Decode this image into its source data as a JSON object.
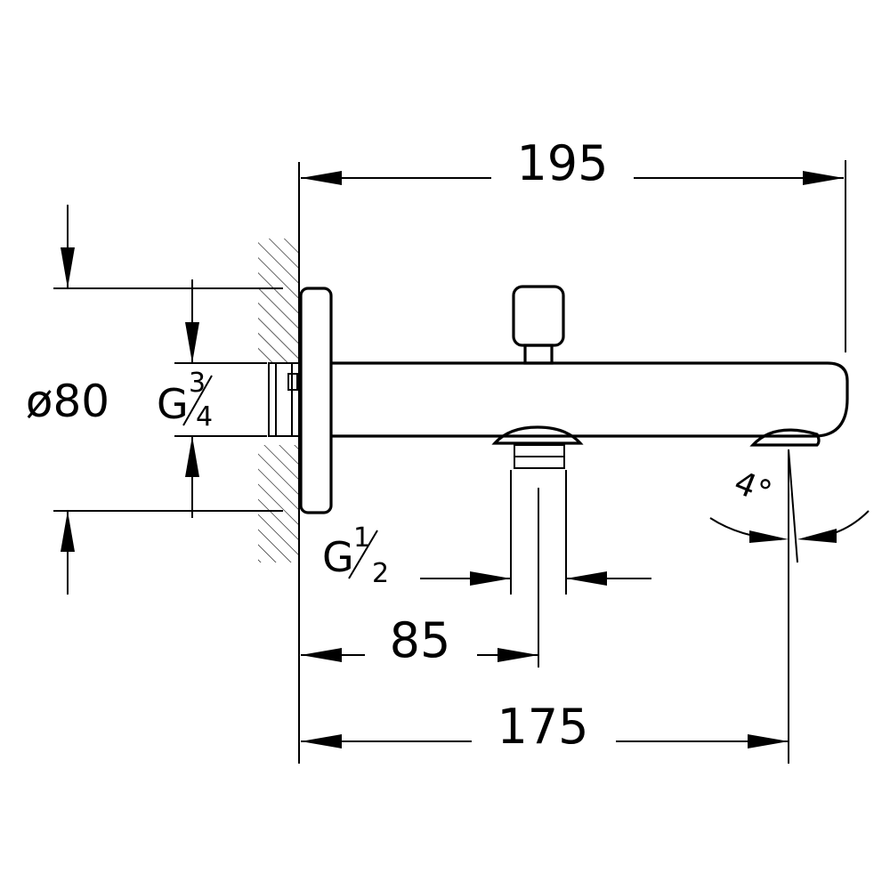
{
  "drawing": {
    "dim_overall_length": "195",
    "dim_wall_to_outlet": "175",
    "dim_wall_to_diverter_outlet": "85",
    "dim_rosette_diameter": "ø80",
    "thread_inlet": {
      "prefix": "G",
      "numerator": "3",
      "denominator": "4"
    },
    "thread_outlet": {
      "prefix": "G",
      "numerator": "1",
      "denominator": "2"
    },
    "angle_label": "4°"
  }
}
